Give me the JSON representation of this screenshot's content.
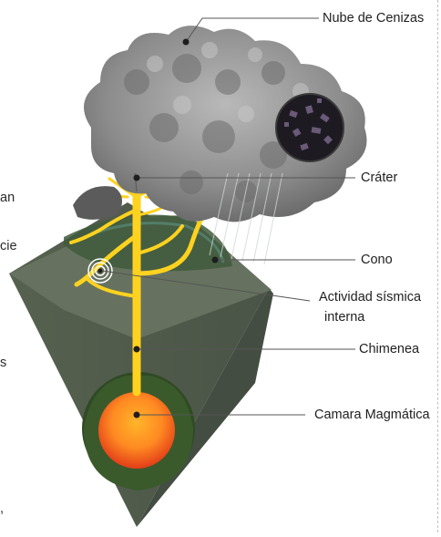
{
  "labels": {
    "ash_cloud": "Nube de Cenizas",
    "crater": "Cráter",
    "cone": "Cono",
    "seismic_line1": "Actividad sísmica",
    "seismic_line2": "interna",
    "chimney": "Chimenea",
    "magma_chamber": "Camara Magmática"
  },
  "cropped_text": [
    "an",
    "cie",
    "s",
    ","
  ],
  "colors": {
    "ground_top": "#5f6a5c",
    "ground_side": "#4f5a4c",
    "magma_yellow": "#ffd21f",
    "magma_red": "#e8411a",
    "ash_gray": "#8a8a8a",
    "leader_line": "#555555"
  }
}
